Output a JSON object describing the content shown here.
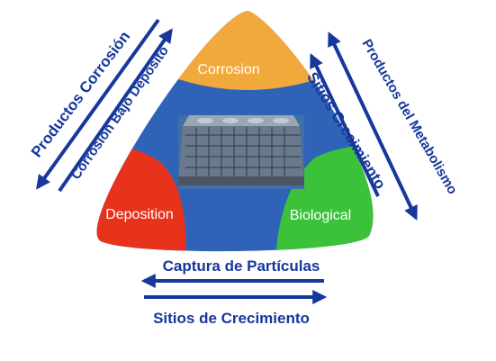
{
  "segments": {
    "top": "Corrosion",
    "left": "Deposition",
    "right": "Biological"
  },
  "left_side": {
    "outer": "Productos Corrosión",
    "inner": "Corrosión Bajo Depósito"
  },
  "right_side": {
    "outer": "Productos del Metabolismo",
    "inner": "Sitios Crecimiento"
  },
  "bottom_side": {
    "top": "Captura de Partículas",
    "bottom": "Sitios de Crecimiento"
  },
  "colors": {
    "corrosion": "#f2a93b",
    "deposition": "#e8331c",
    "biological": "#3cc23a",
    "center": "#2f63b8",
    "arrow": "#16379c",
    "text": "#16379c"
  },
  "center_image": "cooling-tower-illustration"
}
